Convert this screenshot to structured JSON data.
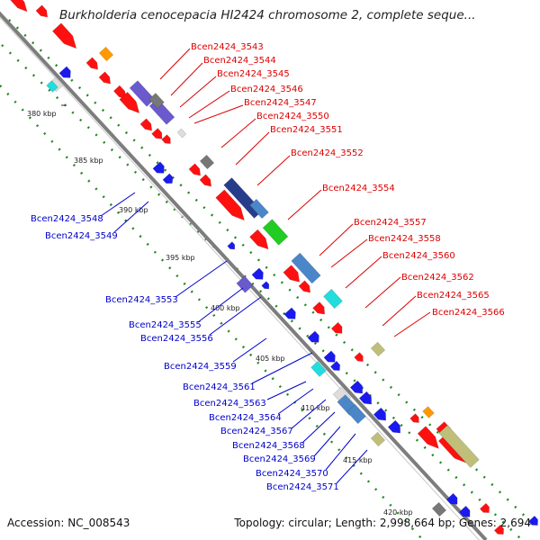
{
  "header": {
    "title": "Burkholderia cenocepacia HI2424 chromosome 2, complete seque..."
  },
  "footer": {
    "accession": "Accession: NC_008543",
    "summary": "Topology: circular; Length: 2,998,664 bp; Genes: 2,694"
  },
  "colors": {
    "forward_label": "#dd0000",
    "reverse_label": "#0000cc",
    "backbone": "#8a8a8a",
    "gc_dots": "#228822",
    "cog_red": "#ff1010",
    "cog_blue": "#1a1aee",
    "cog_orange": "#ff9900",
    "cog_navy": "#283c8c",
    "cog_steel": "#4a86c8",
    "cog_green": "#22cc22",
    "cog_cyan": "#22dddd",
    "cog_olive": "#bfbf7a",
    "cog_purple": "#6a5acd",
    "cog_gray": "#777777",
    "cog_light": "#dddddd"
  },
  "scale_ticks": [
    "380 kbp",
    "385 kbp",
    "390 kbp",
    "395 kbp",
    "400 kbp",
    "405 kbp",
    "410 kbp",
    "415 kbp",
    "420 kbp"
  ],
  "forward_genes": [
    "Bcen2424_3543",
    "Bcen2424_3544",
    "Bcen2424_3545",
    "Bcen2424_3546",
    "Bcen2424_3547",
    "Bcen2424_3550",
    "Bcen2424_3551",
    "Bcen2424_3552",
    "Bcen2424_3554",
    "Bcen2424_3557",
    "Bcen2424_3558",
    "Bcen2424_3560",
    "Bcen2424_3562",
    "Bcen2424_3565",
    "Bcen2424_3566"
  ],
  "reverse_genes": [
    "Bcen2424_3548",
    "Bcen2424_3549",
    "Bcen2424_3553",
    "Bcen2424_3555",
    "Bcen2424_3556",
    "Bcen2424_3559",
    "Bcen2424_3561",
    "Bcen2424_3563",
    "Bcen2424_3564",
    "Bcen2424_3567",
    "Bcen2424_3568",
    "Bcen2424_3569",
    "Bcen2424_3570",
    "Bcen2424_3571"
  ]
}
